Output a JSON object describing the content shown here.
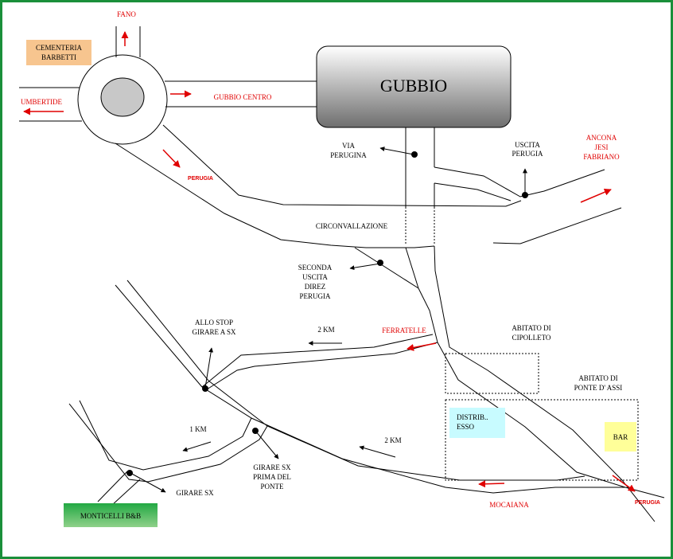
{
  "destinations": {
    "fano": "FANO",
    "umbertide": "UMBERTIDE",
    "gubbio_centro": "GUBBIO CENTRO",
    "perugia_upper": "PERUGIA",
    "ancona": "ANCONA",
    "jesi": "JESI",
    "fabriano": "FABRIANO",
    "ferratelle": "FERRATELLE",
    "mocaiana": "MOCAIANA",
    "perugia_lower": "PERUGIA"
  },
  "town": "GUBBIO",
  "road": "CIRCONVALLAZIONE",
  "labels": {
    "cementeria": [
      "CEMENTERIA",
      "BARBETTI"
    ],
    "via_perugina": [
      "VIA",
      "PERUGINA"
    ],
    "uscita_perugia": [
      "USCITA",
      "PERUGIA"
    ],
    "seconda_uscita": [
      "SECONDA",
      "USCITA",
      "DIREZ",
      "PERUGIA"
    ],
    "allo_stop": [
      "ALLO STOP",
      "GIRARE A SX"
    ],
    "abitato_cipolleto": [
      "ABITATO DI",
      "CIPOLLETO"
    ],
    "abitato_ponte": [
      "ABITATO DI",
      "PONTE D' ASSI"
    ],
    "distrib": [
      "DISTRIB..",
      "ESSO"
    ],
    "bar": "BAR",
    "girare_ponte": [
      "GIRARE SX",
      "PRIMA DEL",
      "PONTE"
    ],
    "girare_sx": "GIRARE SX",
    "monticelli": "MONTICELLI  B&B"
  },
  "distances": {
    "d1": "2 KM",
    "d2": "1 KM",
    "d3": "2 KM"
  },
  "colors": {
    "border": "#1a8f3a",
    "red": "#e00000",
    "cementeria_bg": "#f7c58f",
    "distrib_bg": "#c8fbff",
    "bar_bg": "#ffff99",
    "monticelli_top": "#22a843",
    "monticelli_bottom": "#8fd18a"
  }
}
